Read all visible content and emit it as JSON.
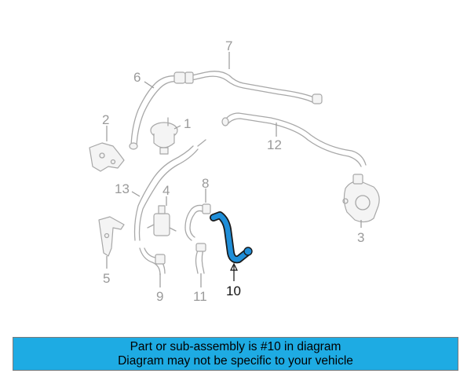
{
  "callouts": {
    "c1": "1",
    "c2": "2",
    "c3": "3",
    "c4": "4",
    "c5": "5",
    "c6": "6",
    "c7": "7",
    "c8": "8",
    "c9": "9",
    "c10": "10",
    "c11": "11",
    "c12": "12",
    "c13": "13"
  },
  "highlight": {
    "part": "10",
    "color": "#1f8ed8"
  },
  "banner": {
    "line1": "Part or sub-assembly is #10 in diagram",
    "line2": "Diagram may not be specific to your vehicle",
    "color": "#1eabe3"
  }
}
